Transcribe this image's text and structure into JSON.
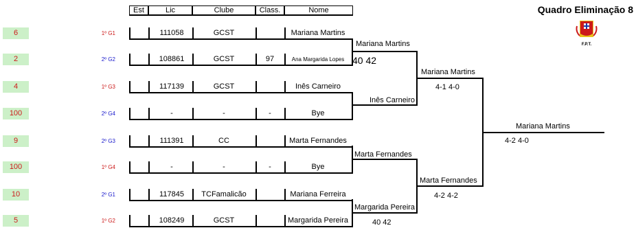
{
  "title": "Quadro Eliminação 8",
  "logo_text": "F.P.T.",
  "headers": {
    "est": "Est",
    "lic": "Lic",
    "clube": "Clube",
    "class": "Class.",
    "nome": "Nome"
  },
  "rows": [
    {
      "seed": "6",
      "group": "1º G1",
      "lic": "111058",
      "club": "GCST",
      "class": "",
      "name": "Mariana Martins"
    },
    {
      "seed": "2",
      "group": "2º G2",
      "lic": "108861",
      "club": "GCST",
      "class": "97",
      "name": "Ana Margarida Lopes"
    },
    {
      "seed": "4",
      "group": "1º G3",
      "lic": "117139",
      "club": "GCST",
      "class": "",
      "name": "Inês Carneiro"
    },
    {
      "seed": "100",
      "group": "2º G4",
      "lic": "-",
      "club": "-",
      "class": "-",
      "name": "Bye"
    },
    {
      "seed": "9",
      "group": "2º G3",
      "lic": "111391",
      "club": "CC",
      "class": "",
      "name": "Marta Fernandes"
    },
    {
      "seed": "100",
      "group": "1º G4",
      "lic": "-",
      "club": "-",
      "class": "-",
      "name": "Bye"
    },
    {
      "seed": "10",
      "group": "2º G1",
      "lic": "117845",
      "club": "TCFamalicão",
      "class": "",
      "name": "Mariana Ferreira"
    },
    {
      "seed": "5",
      "group": "1º G2",
      "lic": "108249",
      "club": "GCST",
      "class": "",
      "name": "Margarida Pereira"
    }
  ],
  "round2": [
    {
      "name": "Mariana Martins",
      "score": "40  42"
    },
    {
      "name": "Inês Carneiro",
      "score": ""
    },
    {
      "name": "Marta Fernandes",
      "score": ""
    },
    {
      "name": "Margarida Pereira",
      "score": "40  42"
    }
  ],
  "semis": [
    {
      "name": "Mariana Martins",
      "score": "4-1   4-0"
    },
    {
      "name": "Marta Fernandes",
      "score": "4-2   4-2"
    }
  ],
  "final": {
    "name": "Mariana Martins",
    "score": "4-2   4-0"
  }
}
